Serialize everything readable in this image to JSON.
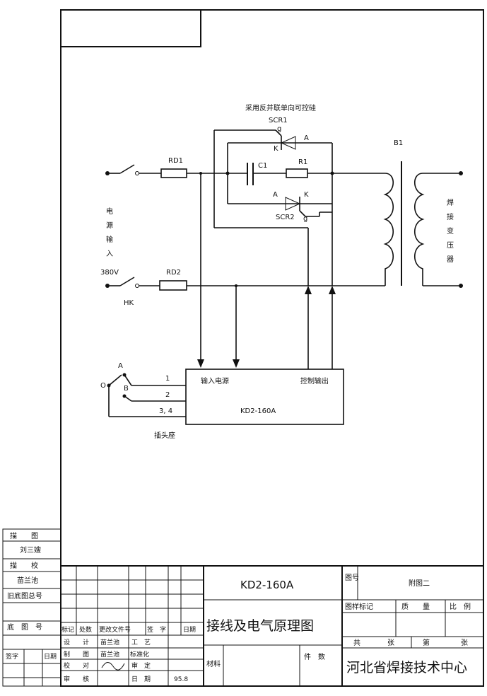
{
  "diagram": {
    "caption": "采用反并联单向可控硅",
    "components": {
      "rd1": "RD1",
      "rd2": "RD2",
      "c1": "C1",
      "r1": "R1",
      "scr1": "SCR1",
      "scr2": "SCR2",
      "b1": "B1",
      "hk": "HK"
    },
    "pins": {
      "g": "g",
      "a": "A",
      "k": "K"
    },
    "input_label": [
      "电",
      "源",
      "输",
      "入"
    ],
    "voltage": "380V",
    "output_label": [
      "焊",
      "接",
      "变",
      "压",
      "器"
    ],
    "controller": {
      "input": "输入电源",
      "output": "控制输出",
      "model": "KD2-160A"
    },
    "switch": {
      "o": "O",
      "a": "A",
      "b": "B"
    },
    "wires": {
      "w1": "1",
      "w2": "2",
      "w34": "3, 4"
    },
    "socket": "插头座"
  },
  "title_block": {
    "left": {
      "trace": "描　　图",
      "trace_name": "刘三嫂",
      "proof": "描　　校",
      "proof_name": "苗兰池",
      "old_no": "旧底图总号",
      "base_no": "底　图　号",
      "sign": "签字",
      "date": "日期"
    },
    "rev_head": [
      "标记",
      "处数",
      "更改文件号",
      "签　字",
      "日期"
    ],
    "roles": [
      {
        "role": "设　　计",
        "name": "苗兰池",
        "role2": "工　艺",
        "val2": ""
      },
      {
        "role": "制　　图",
        "name": "苗兰池",
        "role2": "标准化",
        "val2": ""
      },
      {
        "role": "校　　对",
        "name": "",
        "role2": "审　定",
        "val2": ""
      },
      {
        "role": "审　　核",
        "name": "",
        "role2": "日　期",
        "val2": "95.8"
      }
    ],
    "model": "KD2-160A",
    "drawing_title": "接线及电气原理图",
    "material": "材料",
    "qty": "件　数",
    "fig_no_label": "图号",
    "fig_no": "附图二",
    "mark_head": [
      "图样标记",
      "质　　量",
      "比　例"
    ],
    "sheet": {
      "total": "共",
      "total_unit": "张",
      "nth": "第",
      "nth_unit": "张"
    },
    "org": "河北省焊接技术中心"
  }
}
